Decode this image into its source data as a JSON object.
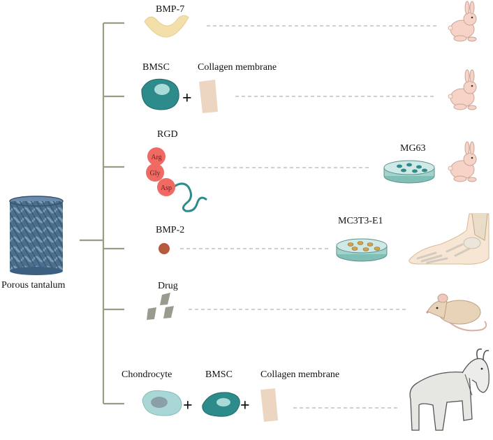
{
  "root": {
    "label": "Porous tantalum"
  },
  "branches": [
    {
      "labels": [
        "BMP-7"
      ],
      "model": "rabbit"
    },
    {
      "labels": [
        "BMSC",
        "Collagen membrane"
      ],
      "model": "rabbit"
    },
    {
      "labels": [
        "RGD"
      ],
      "amino_acids": [
        "Arg",
        "Gly",
        "Asp"
      ],
      "cell_line": "MG63",
      "model": "rabbit"
    },
    {
      "labels": [
        "BMP-2"
      ],
      "cell_line": "MC3T3-E1",
      "model": "foot bone"
    },
    {
      "labels": [
        "Drug"
      ],
      "model": "rat"
    },
    {
      "labels": [
        "Chondrocyte",
        "BMSC",
        "Collagen membrane"
      ],
      "model": "goat"
    }
  ],
  "colors": {
    "tree": "#9c9c86",
    "bmp7": "#f2dfaa",
    "bmsc": "#2e8b8b",
    "collagen": "#ecd6c2",
    "rgd": "#ee6a62",
    "bmp2": "#b55a3a",
    "drug": "#9a9a8e",
    "chondrocyte": "#a9d7d6",
    "rabbit": "#f6d3c6",
    "dish": "#9fd3cc",
    "tantalum": "#4b6f8e"
  }
}
